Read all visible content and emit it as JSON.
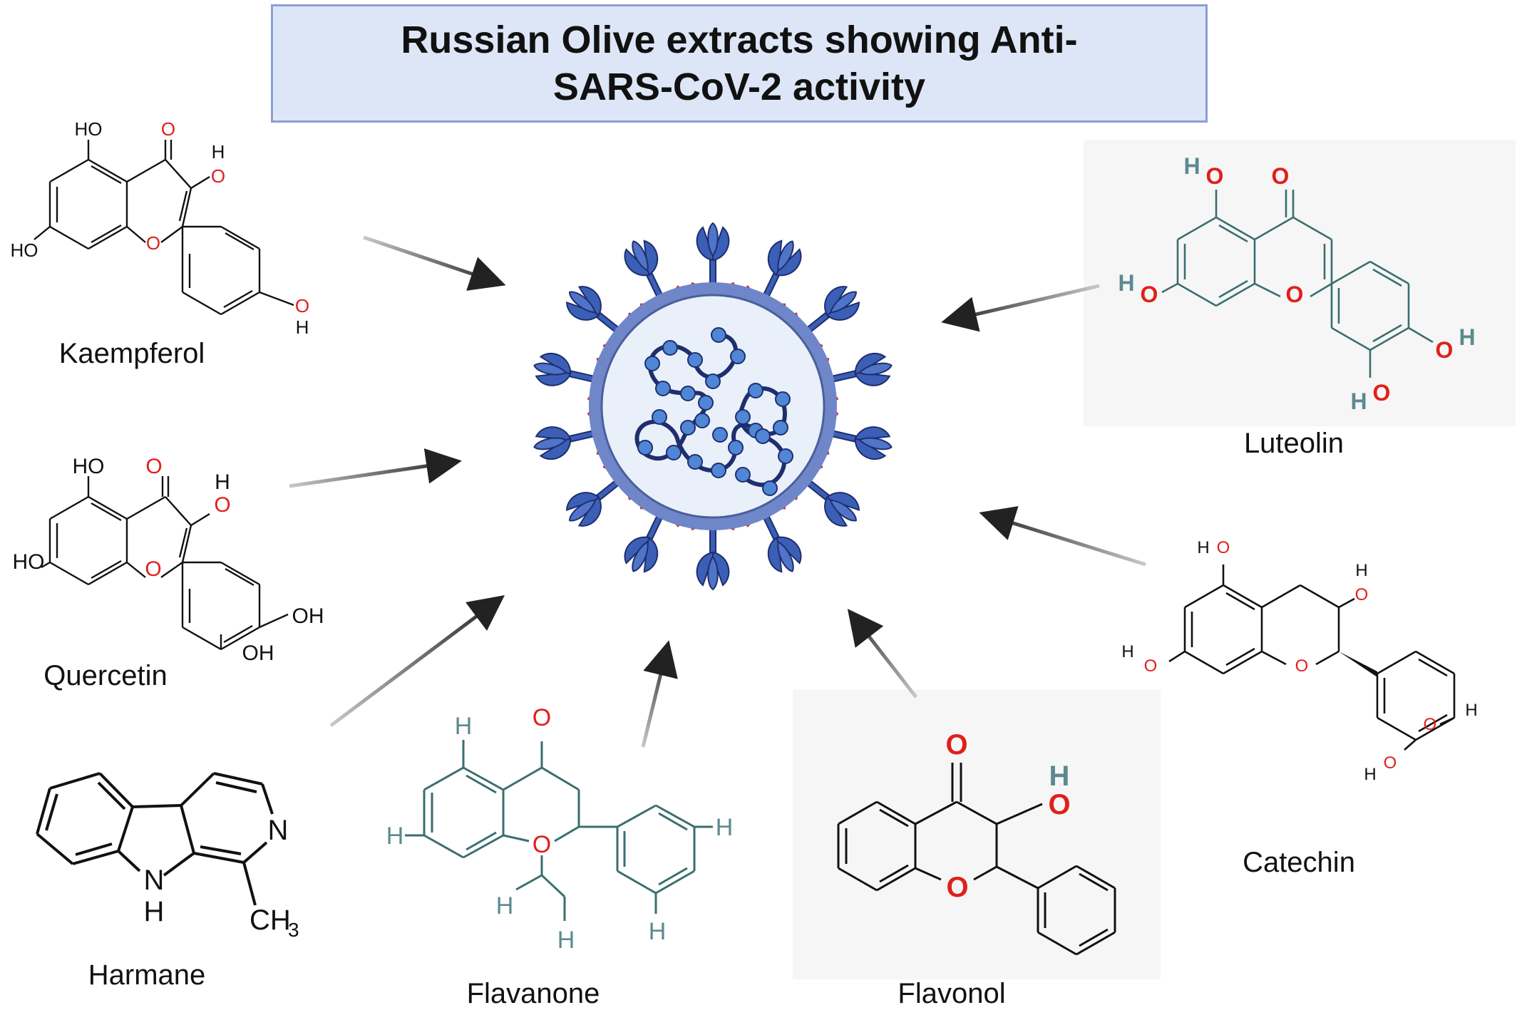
{
  "title": "Russian Olive extracts showing Anti-SARS-CoV-2 activity",
  "virus": {
    "icon": "coronavirus-icon"
  },
  "compounds": {
    "kaempferol": {
      "name": "Kaempferol"
    },
    "quercetin": {
      "name": "Quercetin"
    },
    "harmane": {
      "name": "Harmane"
    },
    "flavanone": {
      "name": "Flavanone"
    },
    "flavonol": {
      "name": "Flavonol"
    },
    "catechin": {
      "name": "Catechin"
    },
    "luteolin": {
      "name": "Luteolin"
    }
  },
  "atoms": {
    "O": "O",
    "HO": "HO",
    "OH": "OH",
    "H": "H",
    "N": "N",
    "CH": "CH",
    "sub3": "3"
  },
  "colors": {
    "title_fill": "#dce6f6",
    "title_border": "#8c9fd2",
    "oxygen": "#e0201b",
    "hydrogen": "#5b8a8f",
    "virus_blue": "#3b5fb6",
    "virus_membrane": "#6f86c9",
    "virus_interior": "#e9f0fa",
    "spike_red": "#c0393b"
  }
}
